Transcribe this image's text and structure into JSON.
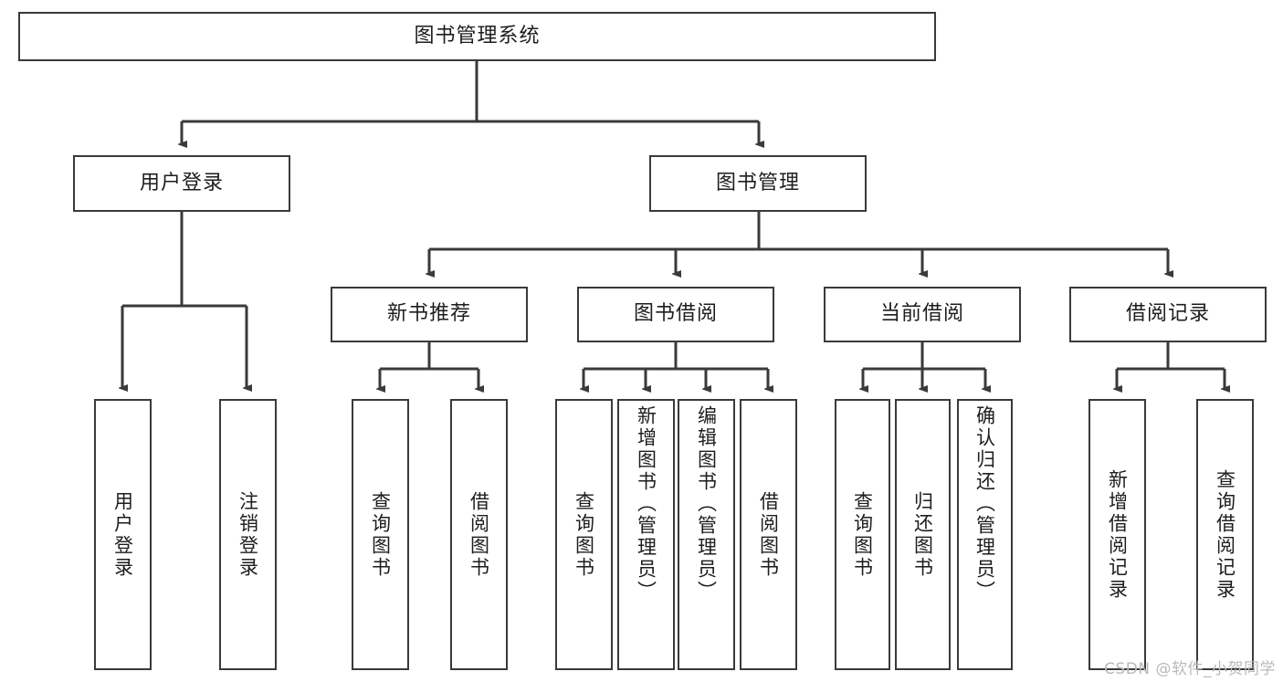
{
  "diagram": {
    "type": "hierarchy-tree",
    "title_node": {
      "id": "root",
      "label": "图书管理系统"
    },
    "level2": [
      {
        "id": "login",
        "label": "用户登录"
      },
      {
        "id": "bookmgmt",
        "label": "图书管理"
      }
    ],
    "level3": [
      {
        "id": "newbook",
        "label": "新书推荐",
        "parent": "bookmgmt"
      },
      {
        "id": "borrow",
        "label": "图书借阅",
        "parent": "bookmgmt"
      },
      {
        "id": "current",
        "label": "当前借阅",
        "parent": "bookmgmt"
      },
      {
        "id": "records",
        "label": "借阅记录",
        "parent": "bookmgmt"
      }
    ],
    "leaves": [
      {
        "id": "leaf1",
        "label": "用户登录",
        "parent": "login"
      },
      {
        "id": "leaf2",
        "label": "注销登录",
        "parent": "login"
      },
      {
        "id": "leaf3",
        "label": "查询图书",
        "parent": "newbook"
      },
      {
        "id": "leaf4",
        "label": "借阅图书",
        "parent": "newbook"
      },
      {
        "id": "leaf5",
        "label": "查询图书",
        "parent": "borrow"
      },
      {
        "id": "leaf6",
        "label": "新增图书（管理员）",
        "parent": "borrow"
      },
      {
        "id": "leaf7",
        "label": "编辑图书（管理员）",
        "parent": "borrow"
      },
      {
        "id": "leaf8",
        "label": "借阅图书",
        "parent": "borrow"
      },
      {
        "id": "leaf9",
        "label": "查询图书",
        "parent": "current"
      },
      {
        "id": "leaf10",
        "label": "归还图书",
        "parent": "current"
      },
      {
        "id": "leaf11",
        "label": "确认归还（管理员）",
        "parent": "current"
      },
      {
        "id": "leaf12",
        "label": "新增借阅记录",
        "parent": "records"
      },
      {
        "id": "leaf13",
        "label": "查询借阅记录",
        "parent": "records"
      }
    ],
    "colors": {
      "stroke": "#3a3a3a",
      "background": "#ffffff",
      "text": "#1d1d1d",
      "watermark": "#b9b9b9"
    }
  },
  "watermark": {
    "text": "CSDN @软件_小贺同学"
  }
}
